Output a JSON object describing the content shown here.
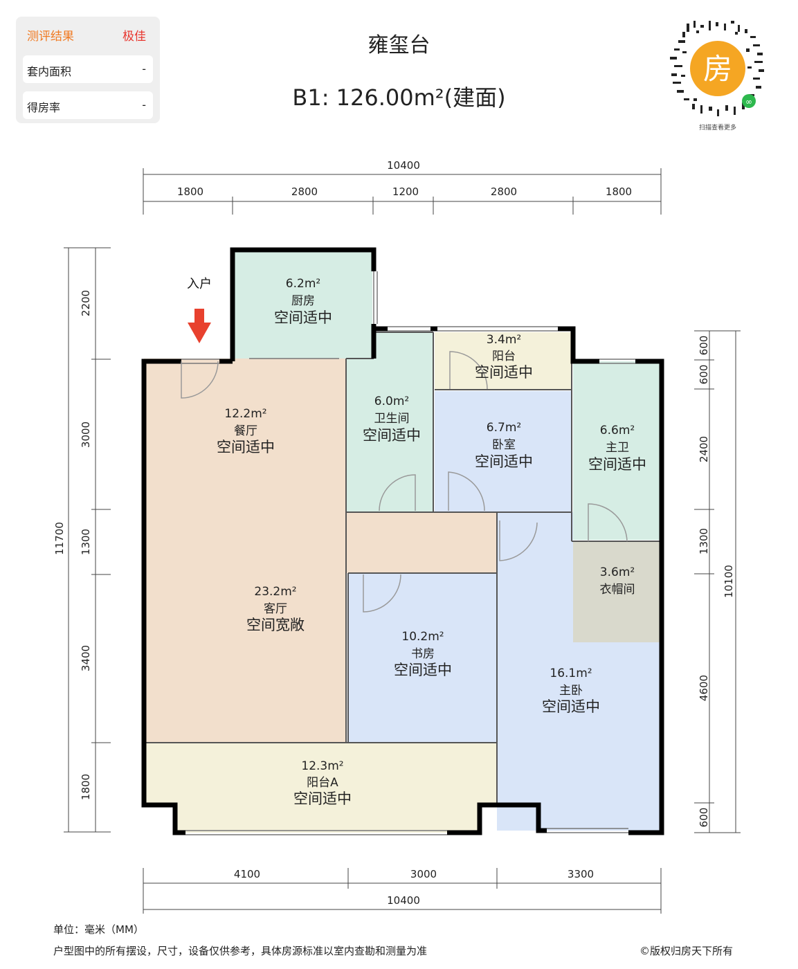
{
  "eval_card": {
    "header_label": "测评结果",
    "header_value": "极佳",
    "rows": [
      {
        "label": "套内面积",
        "value": "-"
      },
      {
        "label": "得房率",
        "value": "-"
      }
    ]
  },
  "title": "雍玺台",
  "subtitle": "B1: 126.00m²(建面)",
  "qr": {
    "center_char": "房",
    "caption": "扫描查看更多",
    "accent": "#f5a623"
  },
  "entrance_label": "入户",
  "colors": {
    "dining": "#f2dfcc",
    "wet": "#d6ede4",
    "bedroom": "#d9e5f8",
    "balcony": "#f4f1da",
    "closet": "#d9d9cc",
    "wall": "#000000",
    "arrow": "#e8412e"
  },
  "dims": {
    "top_total": "10400",
    "top": [
      "1800",
      "2800",
      "1200",
      "2800",
      "1800"
    ],
    "bottom": [
      "4100",
      "3000",
      "3300"
    ],
    "bottom_total": "10400",
    "left_total": "11700",
    "left": [
      "2200",
      "3000",
      "1300",
      "3400",
      "1800"
    ],
    "right_total": "10100",
    "right": [
      "600",
      "600",
      "2400",
      "1300",
      "4600",
      "600"
    ]
  },
  "rooms": [
    {
      "key": "kitchen",
      "area": "6.2m²",
      "name": "厨房",
      "rating": "空间适中"
    },
    {
      "key": "bath",
      "area": "6.0m²",
      "name": "卫生间",
      "rating": "空间适中"
    },
    {
      "key": "balcony-small",
      "area": "3.4m²",
      "name": "阳台",
      "rating": "空间适中"
    },
    {
      "key": "dining",
      "area": "12.2m²",
      "name": "餐厅",
      "rating": "空间适中"
    },
    {
      "key": "bedroom",
      "area": "6.7m²",
      "name": "卧室",
      "rating": "空间适中"
    },
    {
      "key": "master-bath",
      "area": "6.6m²",
      "name": "主卫",
      "rating": "空间适中"
    },
    {
      "key": "closet",
      "area": "3.6m²",
      "name": "衣帽间",
      "rating": ""
    },
    {
      "key": "living",
      "area": "23.2m²",
      "name": "客厅",
      "rating": "空间宽敞"
    },
    {
      "key": "study",
      "area": "10.2m²",
      "name": "书房",
      "rating": "空间适中"
    },
    {
      "key": "master-bed",
      "area": "16.1m²",
      "name": "主卧",
      "rating": "空间适中"
    },
    {
      "key": "balcony-a",
      "area": "12.3m²",
      "name": "阳台A",
      "rating": "空间适中"
    }
  ],
  "footer": {
    "unit": "单位：毫米（MM）",
    "disclaimer": "户型图中的所有摆设，尺寸，设备仅供参考，具体房源标准以室内查勘和测量为准",
    "copyright": "©版权归房天下所有"
  }
}
